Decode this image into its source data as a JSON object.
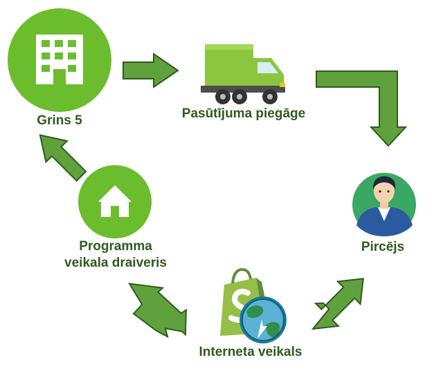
{
  "nodes": {
    "grins": {
      "label": "Grins 5",
      "icon": "building-icon"
    },
    "delivery": {
      "label": "Pasūtījuma piegāge",
      "icon": "truck-icon"
    },
    "buyer": {
      "label": "Pircējs",
      "icon": "person-avatar-icon"
    },
    "store": {
      "label": "Interneta veikals",
      "icon": "shopping-bag-globe-icon"
    },
    "driver": {
      "label_line1": "Programma",
      "label_line2": "veikala draiveris",
      "icon": "house-icon"
    }
  },
  "colors": {
    "arrow_fill": "#5fa23d",
    "arrow_stroke": "#2f5a1c",
    "circle_green": "#6bbd2e",
    "label_text": "#2f5a1c",
    "truck_body": "#8cc63f",
    "bag": "#95bf47"
  }
}
